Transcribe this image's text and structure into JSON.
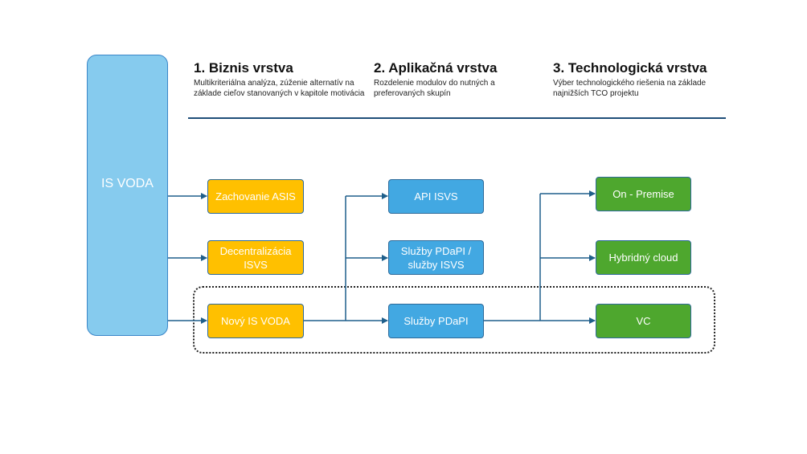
{
  "source": {
    "label": "IS VODA"
  },
  "columns": [
    {
      "title": "1. Biznis vrstva",
      "description": "Multikriteriálna analýza, zúženie alternatív na základe cieľov stanovaných v kapitole motivácia",
      "boxes": [
        "Zachovanie ASIS",
        "Decentralizácia ISVS",
        "Nový IS VODA"
      ]
    },
    {
      "title": "2. Aplikačná vrstva",
      "description": "Rozdelenie modulov do nutných a preferovaných skupín",
      "boxes": [
        "API ISVS",
        "Služby PDaPI / služby ISVS",
        "Služby PDaPI"
      ]
    },
    {
      "title": "3. Technologická vrstva",
      "description": "Výber technologického riešenia na základe najnižších TCO projektu",
      "boxes": [
        "On - Premise",
        "Hybridný cloud",
        "VC"
      ]
    }
  ],
  "colors": {
    "business": "#ffc000",
    "application": "#42a8e2",
    "technology": "#4ea72e",
    "arrow": "#1f5f8b"
  }
}
